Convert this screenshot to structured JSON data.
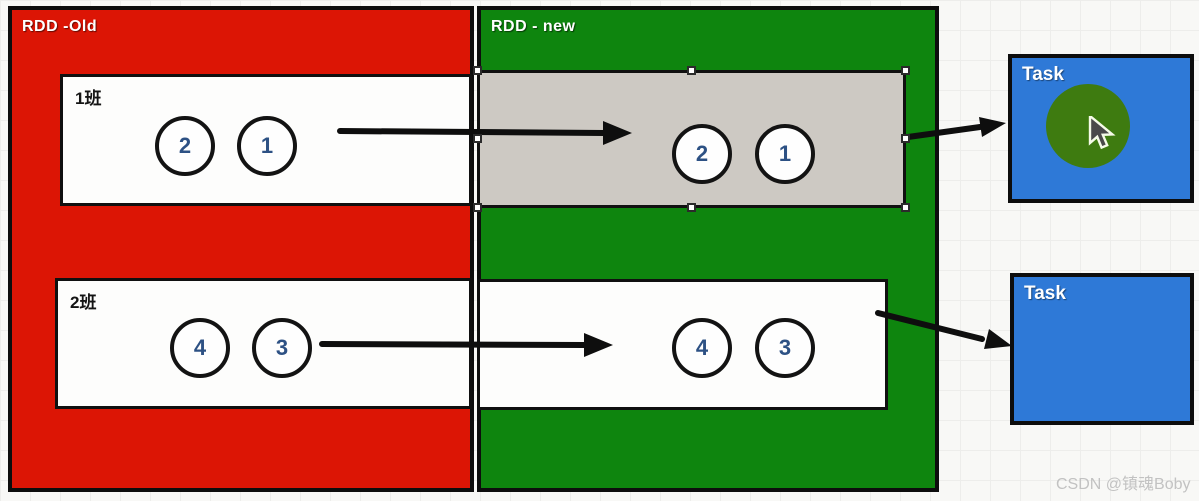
{
  "page": {
    "watermark": "CSDN @镇魂Boby"
  },
  "colors": {
    "old_region": "#dc1505",
    "new_region": "#0e850e",
    "selected_partition": "#cdc9c3",
    "task_box": "#2e79d7",
    "task_circle": "#3e7b10",
    "record_number": "#2d5184"
  },
  "old_rdd": {
    "title": "RDD -Old",
    "partitions": [
      {
        "label": "1班",
        "records": [
          "2",
          "1"
        ]
      },
      {
        "label": "2班",
        "records": [
          "4",
          "3"
        ]
      }
    ]
  },
  "new_rdd": {
    "title": "RDD - new",
    "partitions": [
      {
        "records": [
          "2",
          "1"
        ],
        "selected": true
      },
      {
        "records": [
          "4",
          "3"
        ],
        "selected": false
      }
    ]
  },
  "tasks": [
    {
      "title": "Task"
    },
    {
      "title": "Task"
    }
  ]
}
